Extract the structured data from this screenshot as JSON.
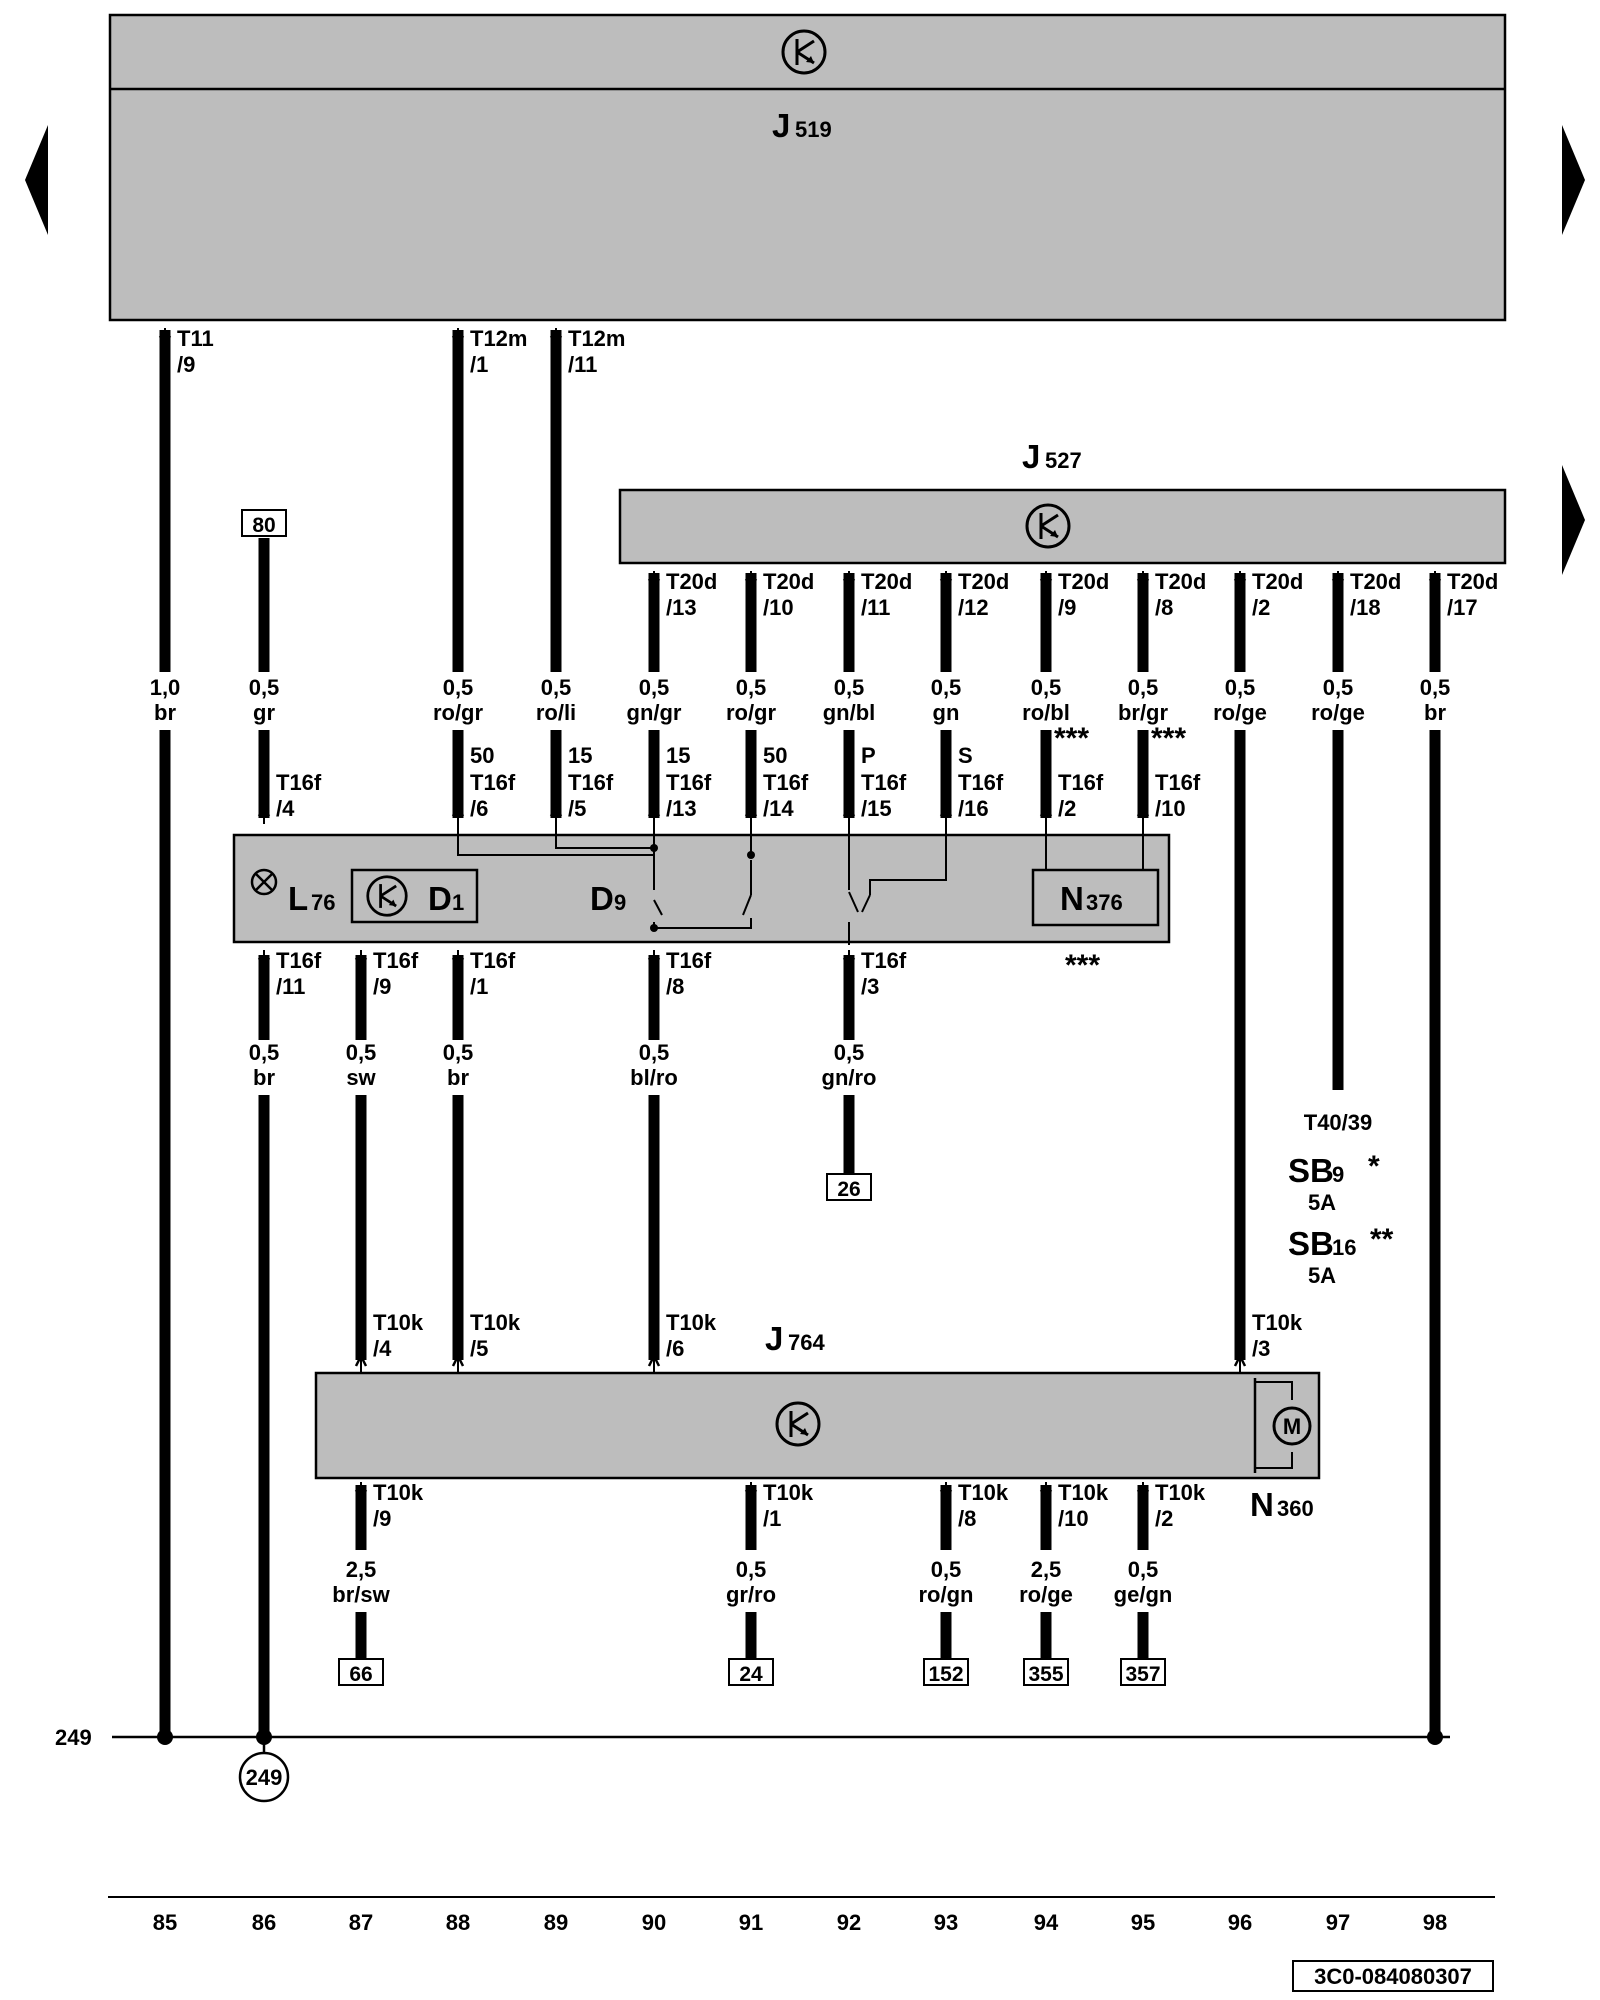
{
  "modules": [
    {
      "id": "j519",
      "letter": "J",
      "sub": "519"
    },
    {
      "id": "j527",
      "letter": "J",
      "sub": "527"
    },
    {
      "id": "j764",
      "letter": "J",
      "sub": "764"
    }
  ],
  "switch_module": {
    "l76": {
      "letter": "L",
      "sub": "76"
    },
    "d1": {
      "letter": "D",
      "sub": "1"
    },
    "d9": {
      "letter": "D",
      "sub": "9"
    },
    "n376": {
      "letter": "N",
      "sub": "376"
    },
    "n376_note": "***"
  },
  "motor": {
    "symbol": "M",
    "label": {
      "letter": "N",
      "sub": "360"
    }
  },
  "fuses": {
    "pin": "T40/39",
    "sb9": {
      "letter": "SB",
      "sub": "9",
      "mark": "*",
      "rating": "5A"
    },
    "sb16": {
      "letter": "SB",
      "sub": "16",
      "mark": "**",
      "rating": "5A"
    }
  },
  "wires": [
    {
      "col": "85",
      "t1": "T11",
      "t2": "/9",
      "gauge": "1,0",
      "color": "br"
    },
    {
      "col": "86",
      "ref": "80",
      "gauge": "0,5",
      "color": "gr",
      "b1": "T16f",
      "b2": "/4",
      "c1": "T16f",
      "c2": "/11",
      "gauge2": "0,5",
      "color2": "br"
    },
    {
      "col": "87",
      "c1": "T16f",
      "c2": "/9",
      "gauge2": "0,5",
      "color2": "sw",
      "d1": "T10k",
      "d2": "/4"
    },
    {
      "col": "88",
      "t1": "T12m",
      "t2": "/1",
      "gauge": "0,5",
      "color": "ro/gr",
      "term": "50",
      "b1": "T16f",
      "b2": "/6",
      "c1": "T16f",
      "c2": "/1",
      "gauge2": "0,5",
      "color2": "br",
      "d1": "T10k",
      "d2": "/5"
    },
    {
      "col": "89",
      "t1": "T12m",
      "t2": "/11",
      "gauge": "0,5",
      "color": "ro/li",
      "term": "15",
      "b1": "T16f",
      "b2": "/5"
    },
    {
      "col": "90",
      "t1": "T20d",
      "t2": "/13",
      "gauge": "0,5",
      "color": "gn/gr",
      "term": "15",
      "b1": "T16f",
      "b2": "/13",
      "c1": "T16f",
      "c2": "/8",
      "gauge2": "0,5",
      "color2": "bl/ro",
      "d1": "T10k",
      "d2": "/6"
    },
    {
      "col": "91",
      "t1": "T20d",
      "t2": "/10",
      "gauge": "0,5",
      "color": "ro/gr",
      "term": "50",
      "b1": "T16f",
      "b2": "/14"
    },
    {
      "col": "92",
      "t1": "T20d",
      "t2": "/11",
      "gauge": "0,5",
      "color": "gn/bl",
      "term": "P",
      "b1": "T16f",
      "b2": "/15",
      "c1": "T16f",
      "c2": "/3",
      "gauge2": "0,5",
      "color2": "gn/ro",
      "ref2": "26"
    },
    {
      "col": "93",
      "t1": "T20d",
      "t2": "/12",
      "gauge": "0,5",
      "color": "gn",
      "term": "S",
      "b1": "T16f",
      "b2": "/16"
    },
    {
      "col": "94",
      "t1": "T20d",
      "t2": "/9",
      "gauge": "0,5",
      "color": "ro/bl",
      "term": "***",
      "b1": "T16f",
      "b2": "/2"
    },
    {
      "col": "95",
      "t1": "T20d",
      "t2": "/8",
      "gauge": "0,5",
      "color": "br/gr",
      "term": "***",
      "b1": "T16f",
      "b2": "/10"
    },
    {
      "col": "96",
      "t1": "T20d",
      "t2": "/2",
      "gauge": "0,5",
      "color": "ro/ge",
      "d1": "T10k",
      "d2": "/3"
    },
    {
      "col": "97",
      "t1": "T20d",
      "t2": "/18",
      "gauge": "0,5",
      "color": "ro/ge"
    },
    {
      "col": "98",
      "t1": "T20d",
      "t2": "/17",
      "gauge": "0,5",
      "color": "br"
    }
  ],
  "bottom_wires": [
    {
      "col": "87",
      "t1": "T10k",
      "t2": "/9",
      "gauge": "2,5",
      "color": "br/sw",
      "ref": "66"
    },
    {
      "col": "91",
      "t1": "T10k",
      "t2": "/1",
      "gauge": "0,5",
      "color": "gr/ro",
      "ref": "24"
    },
    {
      "col": "93",
      "t1": "T10k",
      "t2": "/8",
      "gauge": "0,5",
      "color": "ro/gn",
      "ref": "152"
    },
    {
      "col": "94",
      "t1": "T10k",
      "t2": "/10",
      "gauge": "2,5",
      "color": "ro/ge",
      "ref": "355"
    },
    {
      "col": "95",
      "t1": "T10k",
      "t2": "/2",
      "gauge": "0,5",
      "color": "ge/gn",
      "ref": "357"
    }
  ],
  "ground": {
    "label": "249",
    "point": "249"
  },
  "columns": [
    "85",
    "86",
    "87",
    "88",
    "89",
    "90",
    "91",
    "92",
    "93",
    "94",
    "95",
    "96",
    "97",
    "98"
  ],
  "doc_id": "3C0-084080307"
}
